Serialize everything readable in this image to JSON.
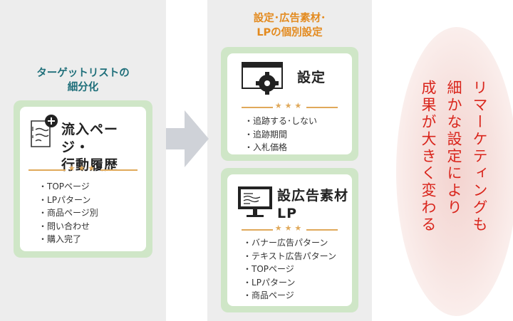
{
  "left": {
    "heading_line1": "ターゲットリストの",
    "heading_line2": "細分化",
    "title_line1": "流入ページ・",
    "title_line2": "行動履歴",
    "stars": "★★★",
    "items": [
      "TOPページ",
      "LPパターン",
      "商品ページ別",
      "問い合わせ",
      "購入完了"
    ]
  },
  "middle": {
    "heading_line1": "設定･広告素材･",
    "heading_line2": "LPの個別設定",
    "settings": {
      "title": "設定",
      "stars": "★★★",
      "items": [
        "追跡する･しない",
        "追跡期間",
        "入札価格"
      ]
    },
    "creative": {
      "title_line1": "設広告素材",
      "title_line2": "LP",
      "stars": "★★★",
      "items": [
        "バナー広告パターン",
        "テキスト広告パターン",
        "TOPページ",
        "LPパターン",
        "商品ページ"
      ]
    }
  },
  "result": {
    "line1": "リマーケティングも",
    "line2": "細かな設定により",
    "line3": "成果が大きく変わる"
  },
  "colors": {
    "heading_teal": "#1f6f7a",
    "heading_orange": "#e38a1e",
    "card_green": "#cfe6c7",
    "result_red": "#d9251c"
  }
}
